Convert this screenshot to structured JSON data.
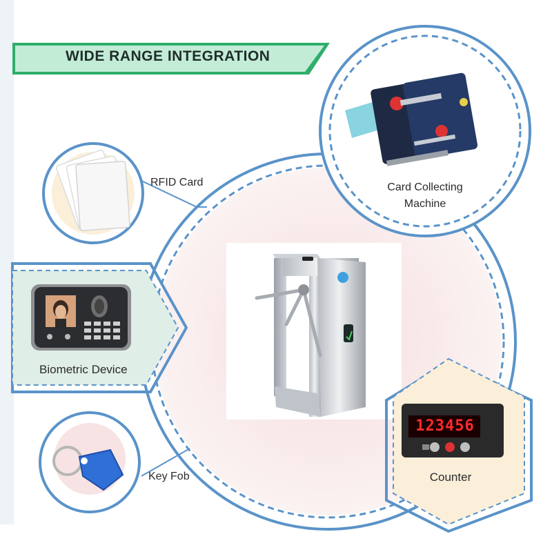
{
  "banner": {
    "title": "WIDE RANGE INTEGRATION"
  },
  "items": {
    "rfid_card": "RFID Card",
    "card_collecting_line1": "Card Collecting",
    "card_collecting_line2": "Machine",
    "biometric_device": "Biometric Device",
    "key_fob": "Key Fob",
    "counter": "Counter"
  },
  "counter_display": "123456",
  "colors": {
    "accent_blue": "#5a93c9",
    "banner_green": "#c3ecd7",
    "banner_border": "#2fae6a",
    "soft_pink": "#f7e3e3",
    "soft_green": "#dfeee6",
    "cream": "#fbefd9"
  }
}
